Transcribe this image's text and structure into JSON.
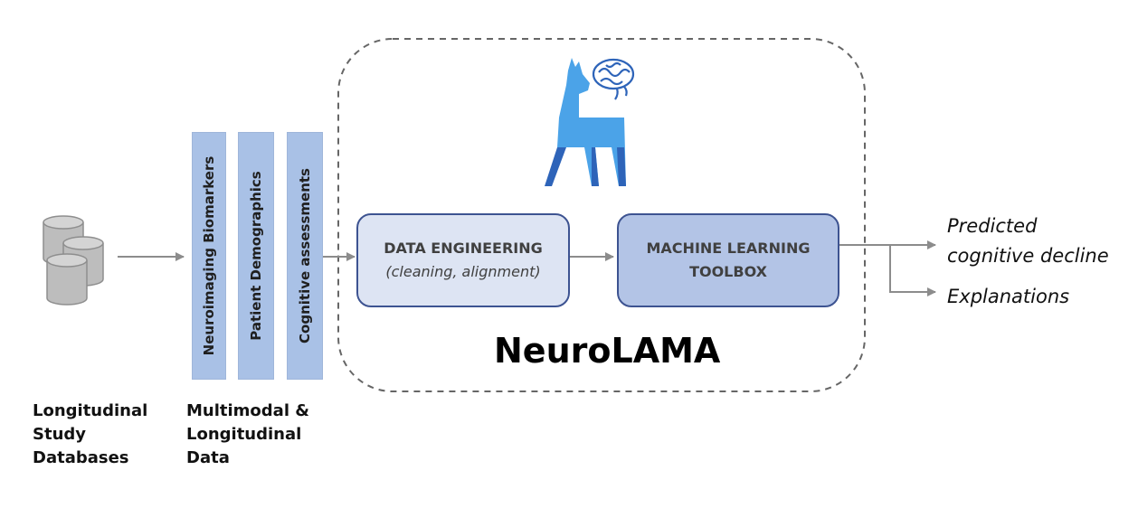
{
  "sources": {
    "caption": [
      "Longitudinal",
      "Study",
      "Databases"
    ]
  },
  "data_types": {
    "bars": [
      "Neuroimaging Biomarkers",
      "Patient Demographics",
      "Cognitive assessments"
    ],
    "caption": [
      "Multimodal &",
      "Longitudinal",
      "Data"
    ]
  },
  "pipeline": {
    "data_engineering": {
      "title": "DATA ENGINEERING",
      "subtitle": "(cleaning, alignment)"
    },
    "ml_toolbox": {
      "title_line1": "MACHINE LEARNING",
      "title_line2": "TOOLBOX"
    },
    "brand": "NeuroLAMA"
  },
  "outputs": {
    "predicted": [
      "Predicted",
      "cognitive decline"
    ],
    "explanations": "Explanations"
  },
  "colors": {
    "bar_fill": "#a9c1e6",
    "data_engineering_fill": "#dde4f3",
    "ml_toolbox_fill": "#b3c4e6",
    "box_border": "#3d5391",
    "llama_light": "#4ba3e8",
    "llama_dark": "#2e64b9",
    "arrow": "#8c8c8c",
    "dashed_border": "#666666"
  },
  "icons": [
    "database-icon",
    "llama-brain-logo-icon"
  ]
}
